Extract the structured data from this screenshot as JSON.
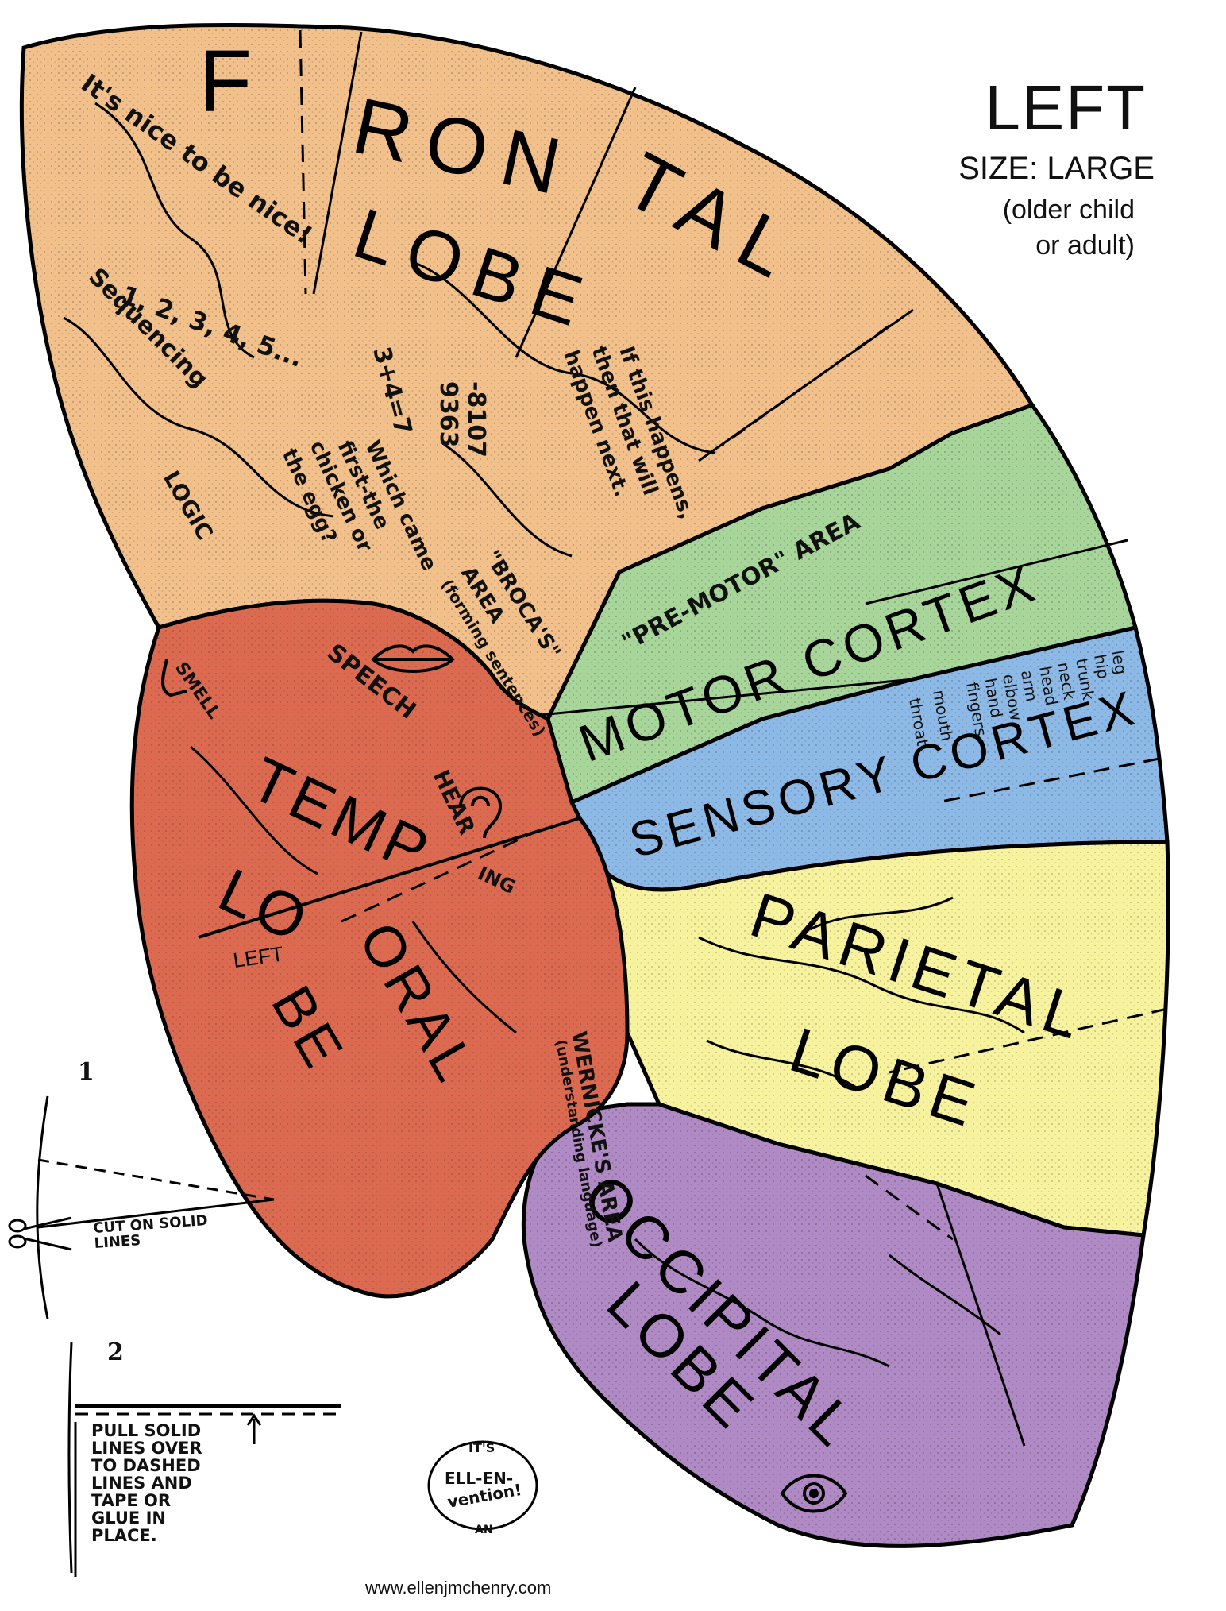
{
  "header": {
    "side": "LEFT",
    "size": "SIZE: LARGE",
    "audience_line1": "(older child",
    "audience_line2": "or adult)"
  },
  "lobes": {
    "frontal": {
      "title_1": "F",
      "title_2": "RON",
      "title_3": "TAL",
      "title_4": "LOBE",
      "notes": {
        "nice": "It's nice to be nice!",
        "sequencing_1": "1, 2, 3, 4, 5...",
        "sequencing_2": "Sequencing",
        "math_1": "3+4=7",
        "math_2": "9363",
        "math_3": "-8107",
        "logic": "LOGIC",
        "chicken_1": "Which came",
        "chicken_2": "first-the",
        "chicken_3": "chicken or",
        "chicken_4": "the egg?",
        "cause_1": "If this happens,",
        "cause_2": "then that will",
        "cause_3": "happen next.",
        "broca_1": "\"BROCA'S\"",
        "broca_2": "AREA",
        "broca_3": "(forming sentences)",
        "premotor": "\"PRE-MOTOR\" AREA"
      }
    },
    "motor": {
      "title": "MOTOR CORTEX"
    },
    "sensory": {
      "title": "SENSORY CORTEX",
      "body_parts": [
        "leg",
        "hip",
        "trunk",
        "neck",
        "head",
        "arm",
        "elbow",
        "hand",
        "fingers",
        "mouth",
        "throat"
      ]
    },
    "temporal": {
      "title_1": "TEMP",
      "title_2": "LO",
      "title_3": "ORAL",
      "title_4": "BE",
      "smell": "SMELL",
      "speech": "SPEECH",
      "hearing_1": "HEAR",
      "hearing_2": "ING",
      "left_tag": "LEFT",
      "wernicke_1": "WERNICKE'S AREA",
      "wernicke_2": "(understanding language)"
    },
    "parietal": {
      "title_1": "PARIETAL",
      "title_2": "LOBE"
    },
    "occipital": {
      "title_1": "OCCIPITAL",
      "title_2": "LOBE"
    }
  },
  "instructions": {
    "step1_num": "1",
    "step1_text_1": "CUT ON SOLID",
    "step1_text_2": "LINES",
    "step2_num": "2",
    "step2_text": [
      "PULL SOLID",
      "LINES OVER",
      "TO DASHED",
      "LINES AND",
      "TAPE OR",
      "GLUE IN",
      "PLACE."
    ]
  },
  "logo": {
    "line1": "IT'S",
    "line2": "ELL-EN-",
    "line3": "vention!",
    "line4": "AN"
  },
  "credit": "www.ellenjmchenry.com",
  "colors": {
    "frontal": "#f2c18b",
    "temporal": "#db6a50",
    "motor": "#a8d69a",
    "sensory": "#8db9e6",
    "parietal": "#f7f29e",
    "occipital": "#b08ac4"
  },
  "icons": [
    "scissors-icon",
    "lips-icon",
    "ear-icon",
    "eye-icon",
    "nose-icon",
    "arrow-up-icon"
  ]
}
